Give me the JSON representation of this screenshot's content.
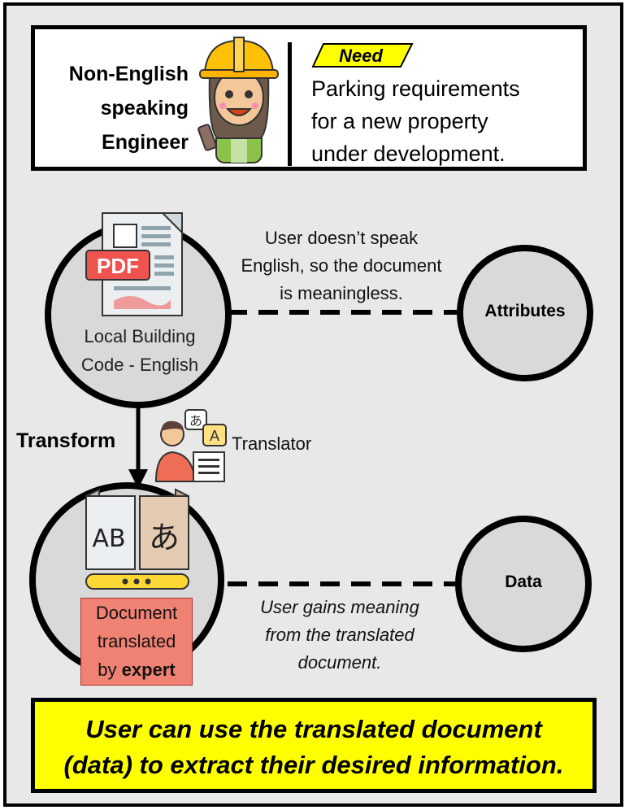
{
  "engineer": {
    "line1": "Non-English",
    "line2": "speaking",
    "line3": "Engineer",
    "avatar_icon": "engineer-avatar-icon"
  },
  "need": {
    "tag": "Need",
    "tag_color": "#ffff00",
    "line1": "Parking requirements",
    "line2": "for a new property",
    "line3": "under development."
  },
  "source_doc": {
    "pdf_label": "PDF",
    "line1": "Local Building",
    "line2": "Code - English"
  },
  "attributes": {
    "label": "Attributes",
    "note_line1": "User doesn’t speak",
    "note_line2": "English, so the document",
    "note_line3": "is meaningless."
  },
  "transform": {
    "label": "Transform",
    "translator_label": "Translator",
    "translator_icon": "translator-icon"
  },
  "translated_doc": {
    "glyph_left": "AB",
    "glyph_right": "あ",
    "line1": "Document",
    "line2": "translated",
    "line3_prefix": "by ",
    "line3_bold": "expert",
    "label_color": "#f08274"
  },
  "data_node": {
    "label": "Data",
    "note_line1": "User gains meaning",
    "note_line2": "from the translated",
    "note_line3": "document."
  },
  "result": {
    "line1": "User can use the translated document",
    "line2": "(data) to extract their desired information.",
    "color": "#ffff00"
  }
}
